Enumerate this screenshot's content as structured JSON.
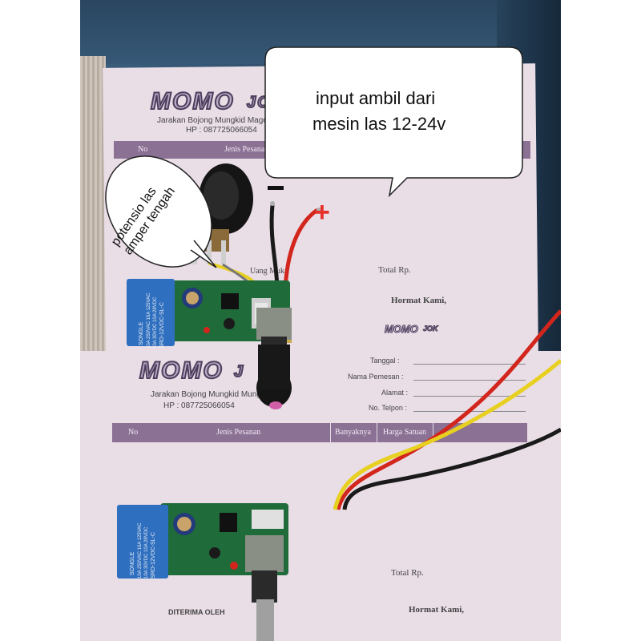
{
  "sheet_top": {
    "brand": "MOMO",
    "brand_suffix": "JOK",
    "address": "Jarakan Bojong Mungkid Mage",
    "phone": "HP : 087725066054",
    "col_no": "No",
    "col_jenis": "Jenis Pesanan",
    "label_uang_muka": "Uang Muka",
    "label_total": "Total Rp.",
    "label_hormat": "Hormat Kami,",
    "stamp_brand": "MOMO",
    "stamp_suffix": "JOK"
  },
  "sheet_bottom": {
    "brand": "MOMO",
    "brand_suffix": "J",
    "address": "Jarakan Bojong Mungkid Mung",
    "phone": "HP : 087725066054",
    "field_tanggal": "Tanggal :",
    "field_nama": "Nama Pemesan :",
    "field_alamat": "Alamat :",
    "field_telpon": "No. Telpon :",
    "col_no": "No",
    "col_jenis": "Jenis Pesanan",
    "col_banyaknya": "Banyaknya",
    "col_harga": "Harga Satuan",
    "label_total": "Total Rp.",
    "label_diterima": "DITERIMA OLEH",
    "label_hormat": "Hormat Kami,"
  },
  "relay_top": {
    "brand": "SONGLE",
    "model": "SRD-12VDC-SL-C",
    "ratings": [
      "10A 250VAC 10A 125VAC",
      "10A 30VDC 10A 28VDC"
    ]
  },
  "relay_bottom": {
    "brand": "SONGLE",
    "model": "SRD-12VDC-SL-C",
    "ratings": [
      "10A 250VAC 10A 125VAC",
      "10A 30VDC 10A 28VDC"
    ]
  },
  "callouts": {
    "input": [
      "input ambil dari",
      "mesin las 12-24v"
    ],
    "potensio": [
      "potensio las",
      "amper tengah"
    ]
  },
  "polarity": {
    "negative": "−",
    "positive": "+"
  },
  "colors": {
    "paper": "#e9dde6",
    "band": "#8b7194",
    "background": "#2e4f6b",
    "relay": "#2f6fbf",
    "pcb": "#1f6b3a",
    "wire_red": "#d2261c",
    "wire_black": "#1a1a1a",
    "wire_yellow": "#e8d020",
    "plus_mark": "#e8302a"
  }
}
